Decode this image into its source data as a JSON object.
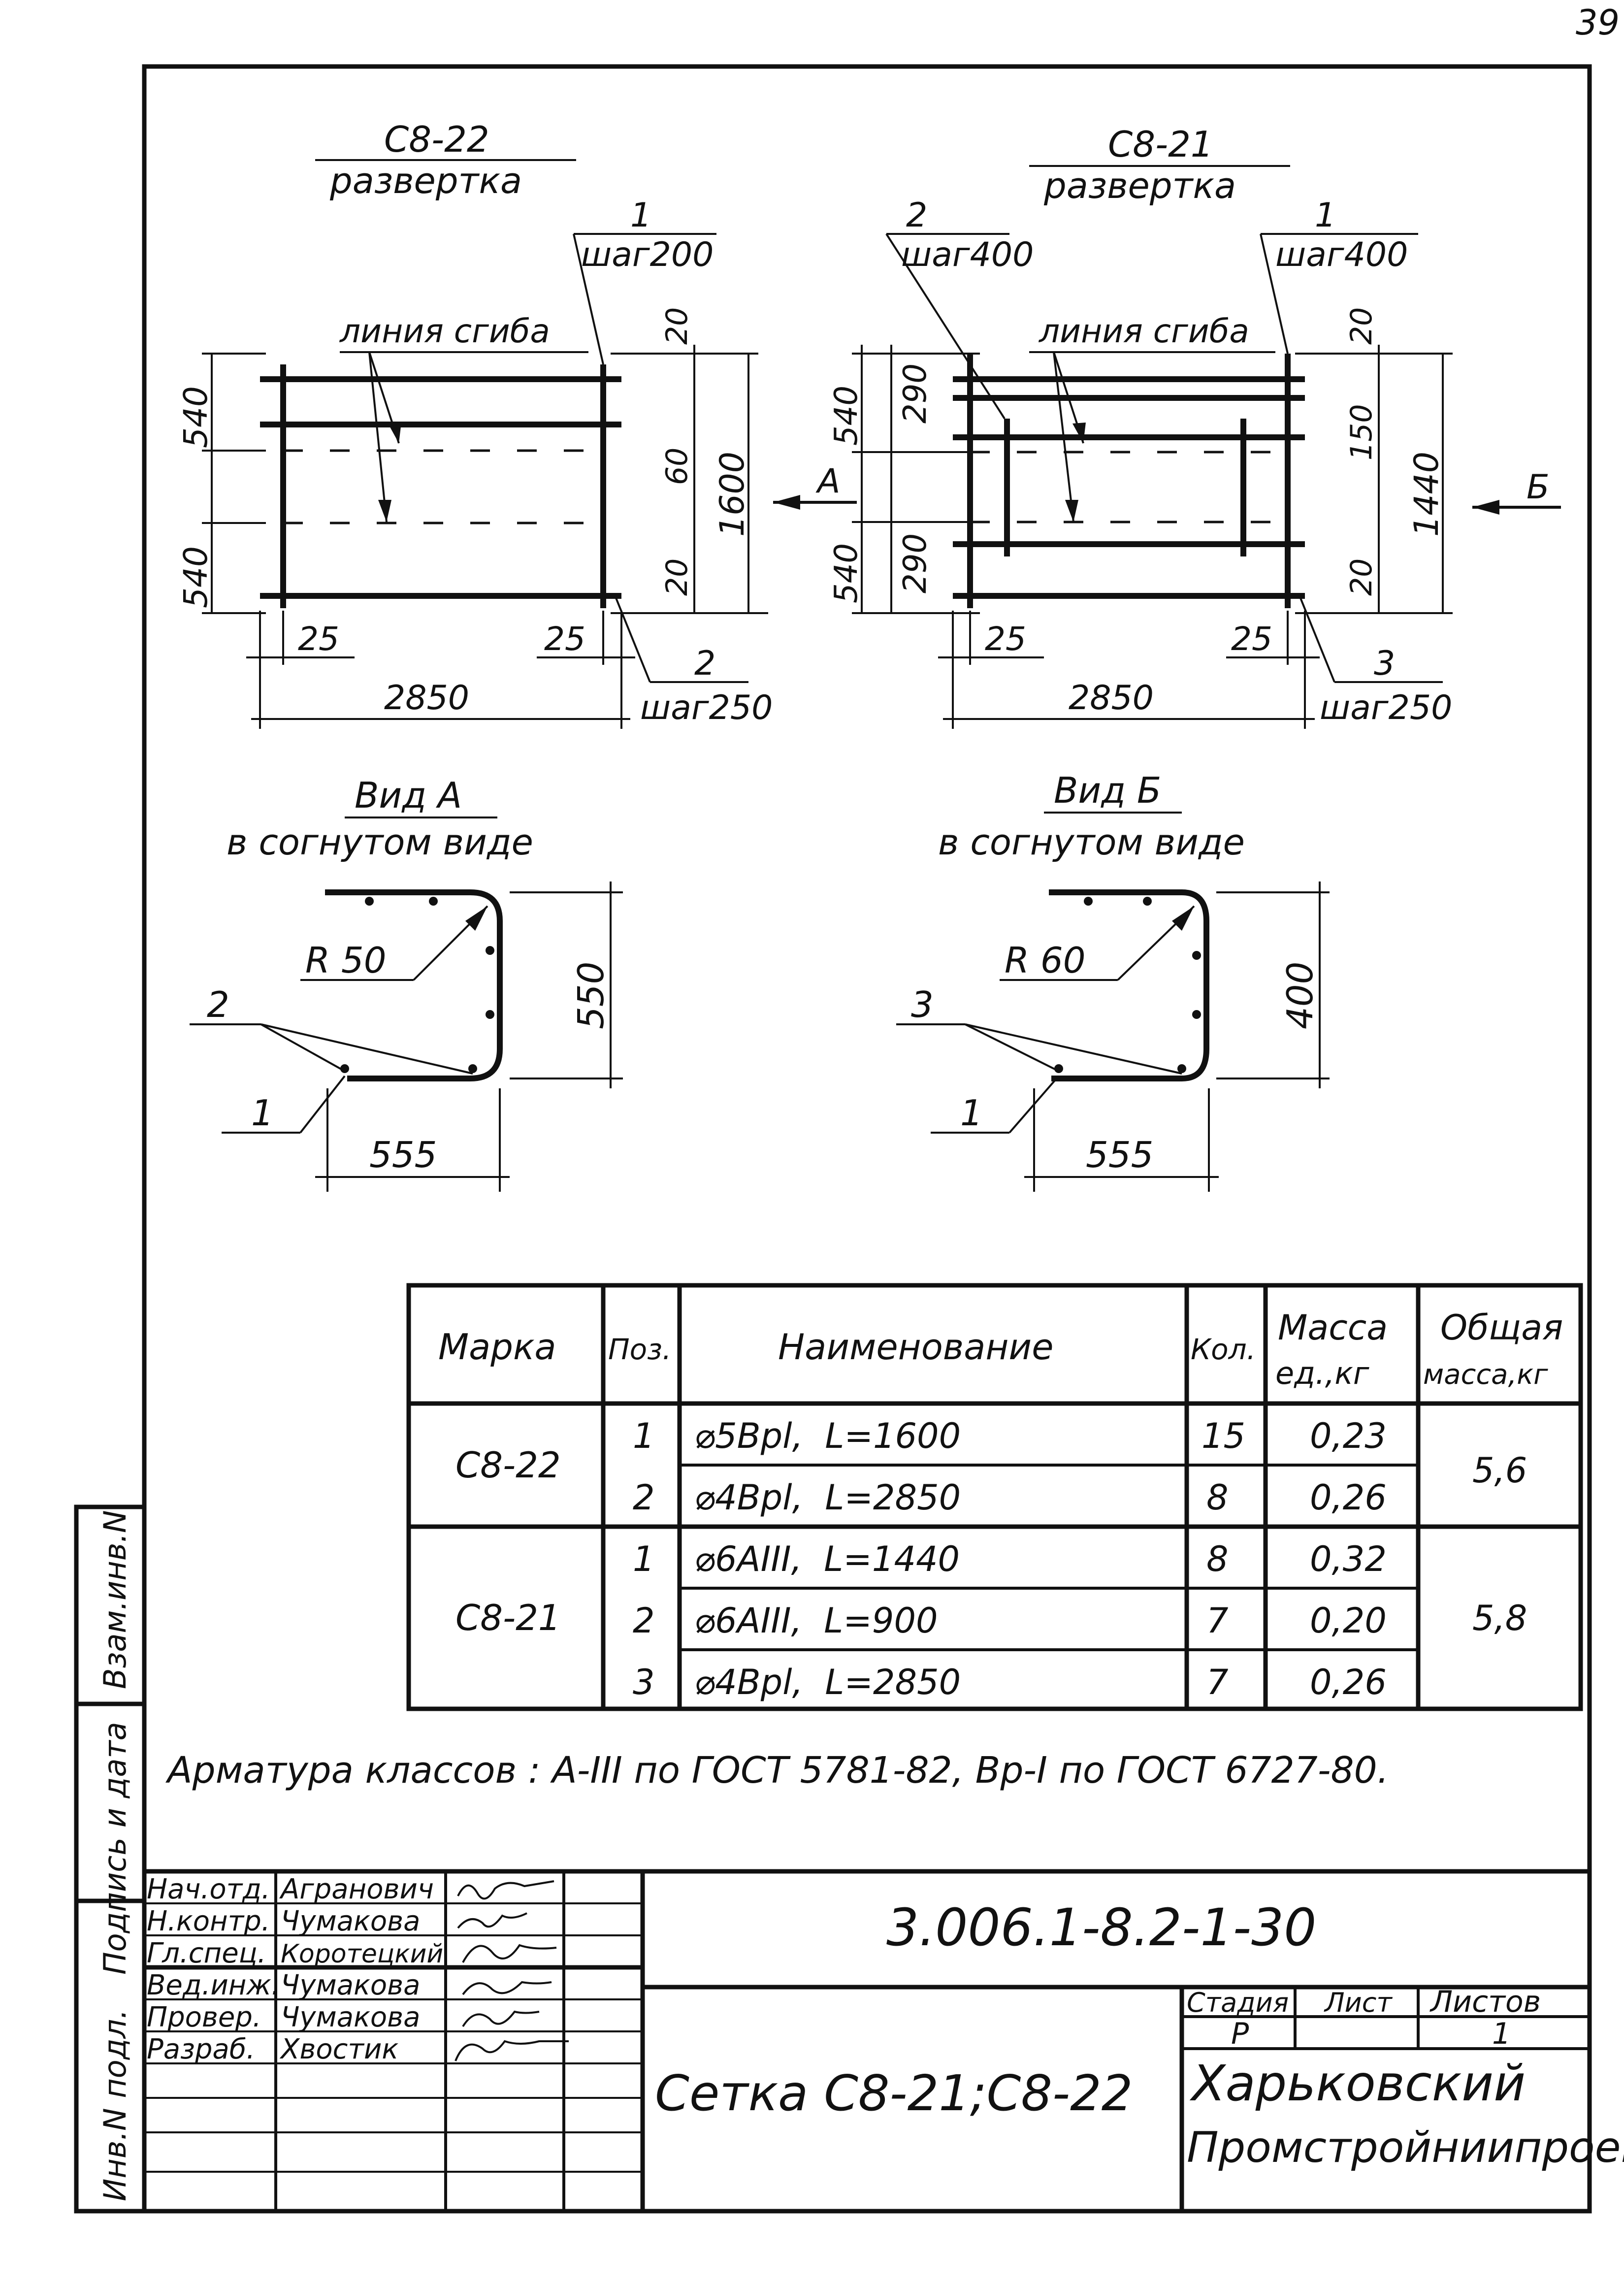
{
  "page_number": "39",
  "left_strip": {
    "inv_podl": "Инв.N подл.",
    "podpis_data": "Подпись и дата",
    "vzam_inv": "Взам.инв.N"
  },
  "developments": [
    {
      "mark": "С8-22",
      "caption": "развертка",
      "bend_label": "линия сгиба",
      "callout_top_pos": "1",
      "callout_top_step": "шаг200",
      "callout_bot_pos": "2",
      "callout_bot_step": "шаг250",
      "dim_left_top": "540",
      "dim_left_bot": "540",
      "dim_right_top": "20",
      "dim_right_mid": "60",
      "dim_right_bot": "20",
      "dim_total": "1600",
      "dim_edge_left": "25",
      "dim_edge_right": "25",
      "dim_length": "2850",
      "view_arrow": "А"
    },
    {
      "mark": "С8-21",
      "caption": "развертка",
      "bend_label": "линия сгиба",
      "callout_left_pos": "2",
      "callout_left_step": "шаг400",
      "callout_top_pos": "1",
      "callout_top_step": "шаг400",
      "callout_bot_pos": "3",
      "callout_bot_step": "шаг250",
      "dim_left_top": "540",
      "dim_left_top_inner": "290",
      "dim_left_bot": "540",
      "dim_left_bot_inner": "290",
      "dim_right_top": "20",
      "dim_right_mid": "150",
      "dim_right_bot": "20",
      "dim_total": "1440",
      "dim_edge_left": "25",
      "dim_edge_right": "25",
      "dim_length": "2850",
      "view_arrow": "Б"
    }
  ],
  "views": [
    {
      "title": "Вид А",
      "subtitle": "в согнутом виде",
      "radius": "R 50",
      "height": "550",
      "width": "555",
      "pos_upper": "2",
      "pos_lower": "1"
    },
    {
      "title": "Вид Б",
      "subtitle": "в согнутом виде",
      "radius": "R 60",
      "height": "400",
      "width": "555",
      "pos_upper": "3",
      "pos_lower": "1"
    }
  ],
  "spec_table": {
    "headers": {
      "mark": "Марка",
      "pos": "Поз.",
      "name": "Наименование",
      "qty": "Кол.",
      "mass_unit_1": "Масса",
      "mass_unit_2": "ед.,кг",
      "mass_total_1": "Общая",
      "mass_total_2": "масса,кг"
    },
    "groups": [
      {
        "mark": "С8-22",
        "total": "5,6",
        "rows": [
          {
            "pos": "1",
            "name": "⌀5Врl,  L=1600",
            "qty": "15",
            "mass": "0,23"
          },
          {
            "pos": "2",
            "name": "⌀4Врl,  L=2850",
            "qty": "8",
            "mass": "0,26"
          }
        ]
      },
      {
        "mark": "С8-21",
        "total": "5,8",
        "rows": [
          {
            "pos": "1",
            "name": "⌀6AIII,  L=1440",
            "qty": "8",
            "mass": "0,32"
          },
          {
            "pos": "2",
            "name": "⌀6AIII,  L=900",
            "qty": "7",
            "mass": "0,20"
          },
          {
            "pos": "3",
            "name": "⌀4Врl,  L=2850",
            "qty": "7",
            "mass": "0,26"
          }
        ]
      }
    ]
  },
  "note": "Арматура классов : А-III по ГОСТ 5781-82, Вр-I по ГОСТ 6727-80.",
  "title_block": {
    "document_code": "3.006.1-8.2-1-30",
    "sheet_title": "Сетка С8-21;С8-22",
    "organization_1": "Харьковский",
    "organization_2": "Промстройниипроект",
    "stage_label": "Стадия",
    "sheet_label": "Лист",
    "sheets_label": "Листов",
    "stage_value": "Р",
    "sheet_value": "",
    "sheets_value": "1",
    "signatories": [
      {
        "role": "Нач.отд.",
        "name": "Агранович"
      },
      {
        "role": "Н.контр.",
        "name": "Чумакова"
      },
      {
        "role": "Гл.спец.",
        "name": "Коротецкий"
      },
      {
        "role": "Вед.инж.",
        "name": "Чумакова"
      },
      {
        "role": "Провер.",
        "name": "Чумакова"
      },
      {
        "role": "Разраб.",
        "name": "Хвостик"
      }
    ]
  }
}
